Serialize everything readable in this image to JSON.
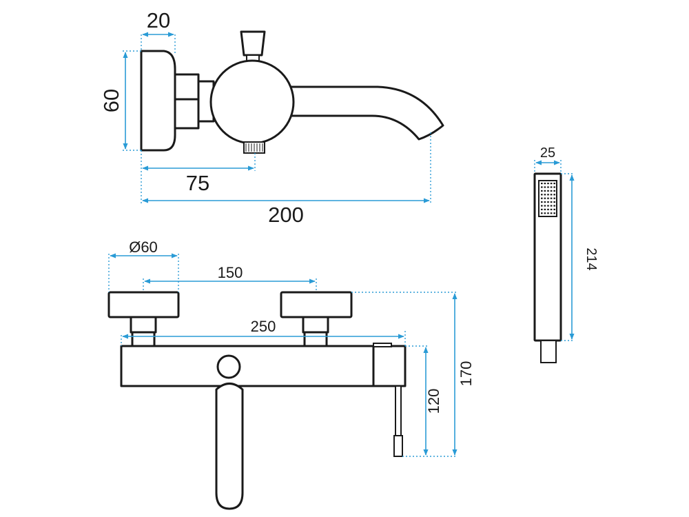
{
  "colors": {
    "outline": "#1a1a1a",
    "dimension": "#2a9bd6",
    "background": "#ffffff"
  },
  "top_view": {
    "dim_width": "20",
    "dim_height": "60",
    "dim_outlet_offset": "75",
    "dim_total_length": "200"
  },
  "front_view": {
    "dim_handle_diameter": "Ø60",
    "dim_inlet_spacing": "150",
    "dim_body_length": "250",
    "dim_outlet_height": "120",
    "dim_total_height": "170"
  },
  "hand_shower": {
    "dim_width": "25",
    "dim_length": "214"
  }
}
